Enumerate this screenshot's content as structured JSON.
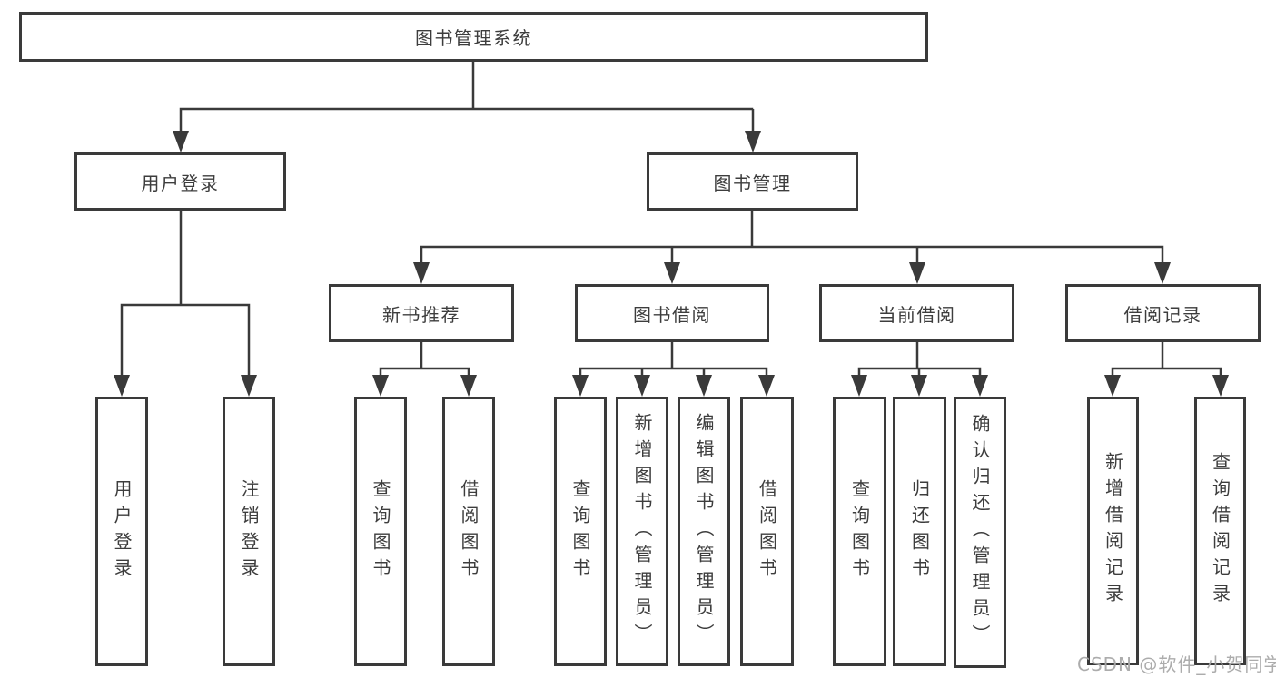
{
  "diagram": {
    "root": {
      "label": "图书管理系统"
    },
    "branches": [
      {
        "label": "用户登录",
        "children": [
          {
            "label": "用户登录"
          },
          {
            "label": "注销登录"
          }
        ]
      },
      {
        "label": "图书管理",
        "children": [
          {
            "label": "新书推荐",
            "children": [
              {
                "label": "查询图书"
              },
              {
                "label": "借阅图书"
              }
            ]
          },
          {
            "label": "图书借阅",
            "children": [
              {
                "label": "查询图书"
              },
              {
                "label": "新增图书（管理员）"
              },
              {
                "label": "编辑图书（管理员）"
              },
              {
                "label": "借阅图书"
              }
            ]
          },
          {
            "label": "当前借阅",
            "children": [
              {
                "label": "查询图书"
              },
              {
                "label": "归还图书"
              },
              {
                "label": "确认归还（管理员）"
              }
            ]
          },
          {
            "label": "借阅记录",
            "children": [
              {
                "label": "新增借阅记录"
              },
              {
                "label": "查询借阅记录"
              }
            ]
          }
        ]
      }
    ]
  },
  "watermark": {
    "text": "CSDN @软件_小贺同学"
  },
  "colors": {
    "line": "#3a3a3a",
    "box_border": "#3a3a3a",
    "text": "#3d3d3d",
    "background": "#ffffff",
    "watermark": "#a8a8a8"
  }
}
